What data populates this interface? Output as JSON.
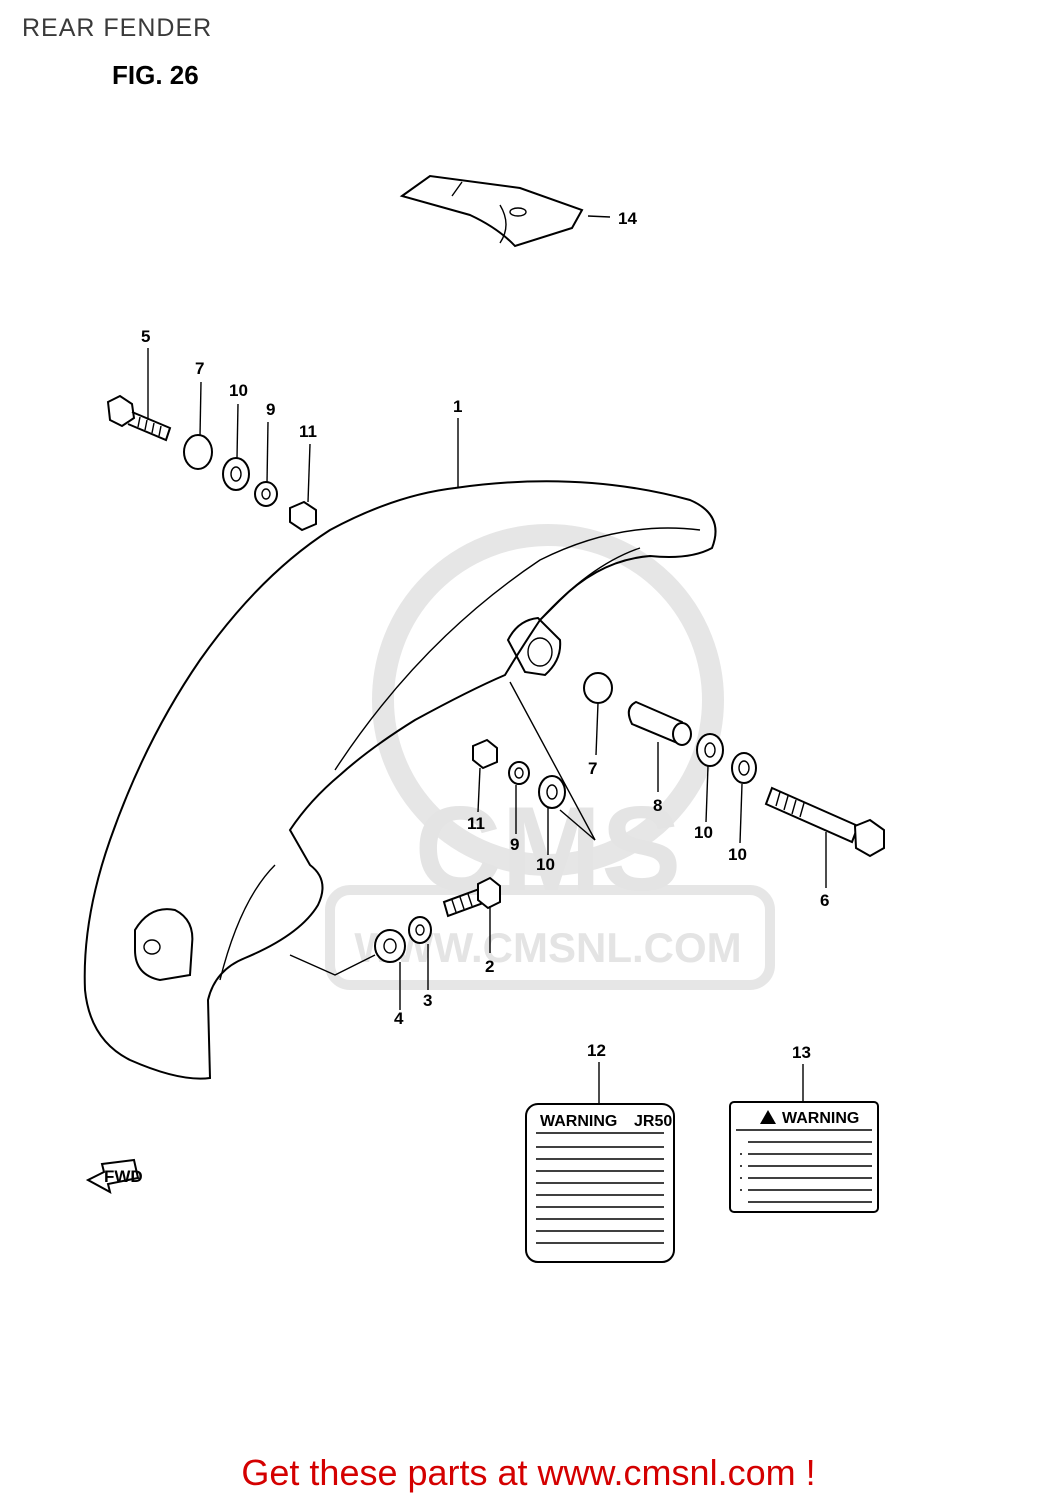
{
  "header": {
    "title": "REAR FENDER",
    "figure": "FIG. 26"
  },
  "watermark": {
    "brand": "CMS",
    "site": "WWW.CMSNL.COM"
  },
  "direction_marker": "FWD",
  "labels": {
    "label_12": {
      "title": "WARNING",
      "code": "JR50"
    },
    "label_13": {
      "title": "WARNING"
    }
  },
  "callouts": {
    "c1": "1",
    "c2": "2",
    "c3": "3",
    "c4": "4",
    "c5": "5",
    "c6": "6",
    "c7a": "7",
    "c7b": "7",
    "c8": "8",
    "c9a": "9",
    "c9b": "9",
    "c10a": "10",
    "c10b": "10",
    "c10c": "10",
    "c10d": "10",
    "c11a": "11",
    "c11b": "11",
    "c12": "12",
    "c13": "13",
    "c14": "14"
  },
  "footer": {
    "cta": "Get these parts at www.cmsnl.com !"
  }
}
